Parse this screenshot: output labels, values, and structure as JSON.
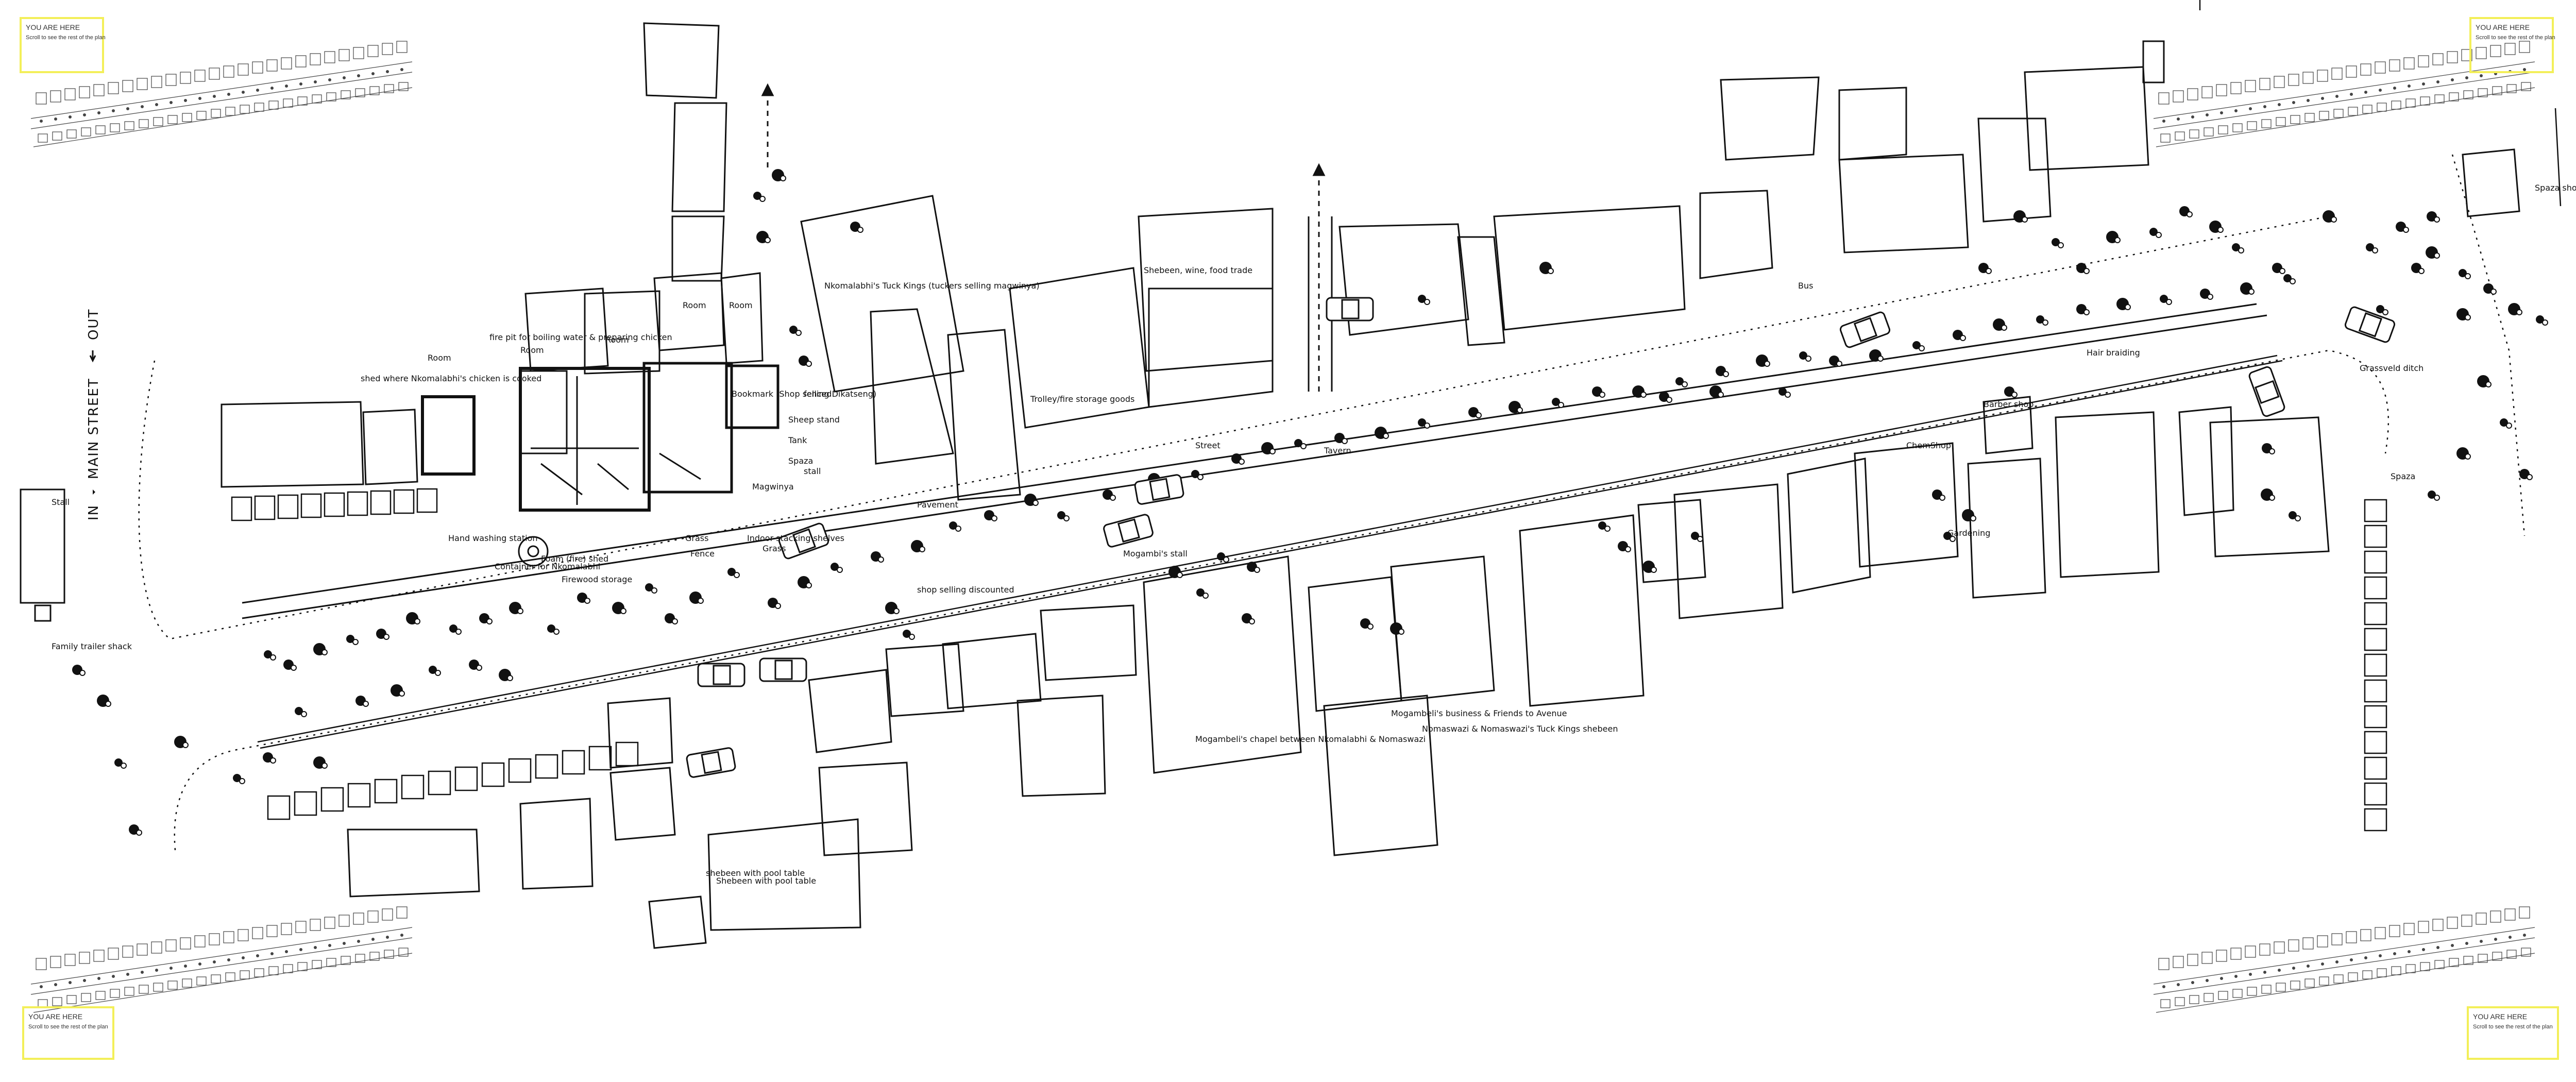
{
  "locator": {
    "title": "YOU ARE HERE",
    "subtitle": "Scroll to see the rest of the plan",
    "highlight_color": "#f3ef59"
  },
  "direction": {
    "main_street": "MAIN STREET",
    "in_label": "IN",
    "out_label": "OUT"
  },
  "annotations": [
    "shed where Nkomalabhi's chicken is cooked",
    "fire pit for boiling water & preparing chicken",
    "Room",
    "Room",
    "Room",
    "Room",
    "Room",
    "Nkomalabhi's Tuck Kings (tuckers selling magwinya)",
    "fenced",
    "Bookmark (Shop selling Dikatseng)",
    "Sheep stand",
    "Tank",
    "Spaza",
    "stall",
    "Firewood storage",
    "Foam (fire) shed",
    "Hand washing station",
    "Shebeen, wine, food trade",
    "Trolley/fire storage goods",
    "Street",
    "Tavern",
    "Pavement",
    "Magwinya",
    "Fence",
    "Indoor stacking shelves",
    "Grass",
    "Grass",
    "shop selling discounted",
    "Mogambeli's business & Friends to Avenue",
    "Nomaswazi & Nomaswazi's Tuck Kings shebeen",
    "Mogambeli's chapel between Nkomalabhi & Nomaswazi",
    "shebeen with pool table",
    "Mogambi's stall",
    "Container for Nkomalabhi",
    "Family trailer shack",
    "Shebeen with pool table",
    "ChemShop",
    "Hair braiding",
    "Barber shop",
    "Gardening",
    "Spaza shop",
    "Bus",
    "Grassveld ditch",
    "Spaza",
    "Stall"
  ]
}
